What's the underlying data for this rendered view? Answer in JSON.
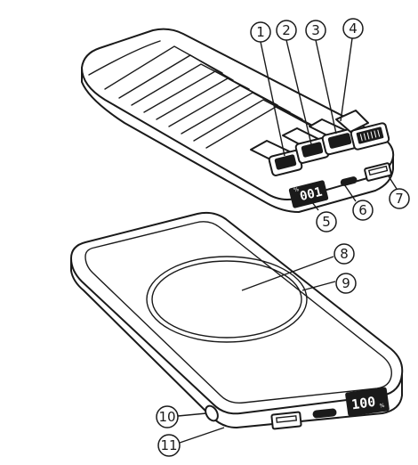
{
  "callouts": [
    {
      "label": "1"
    },
    {
      "label": "2"
    },
    {
      "label": "3"
    },
    {
      "label": "4"
    },
    {
      "label": "5"
    },
    {
      "label": "6"
    },
    {
      "label": "7"
    },
    {
      "label": "8"
    },
    {
      "label": "9"
    },
    {
      "label": "10"
    },
    {
      "label": "11"
    }
  ],
  "top_display": {
    "value": "001",
    "unit": "%"
  },
  "bottom_display": {
    "value": "100",
    "unit": "%"
  }
}
